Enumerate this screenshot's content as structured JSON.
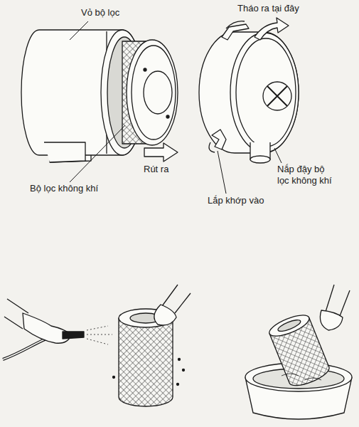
{
  "diagram": {
    "labels": [
      "Vỏ bộ lọc",
      "Tháo ra tại đây",
      "Rút ra",
      "Bộ lọc không khí",
      "Lắp khớp vào",
      "Nắp đậy bộ lọc không khí"
    ]
  }
}
